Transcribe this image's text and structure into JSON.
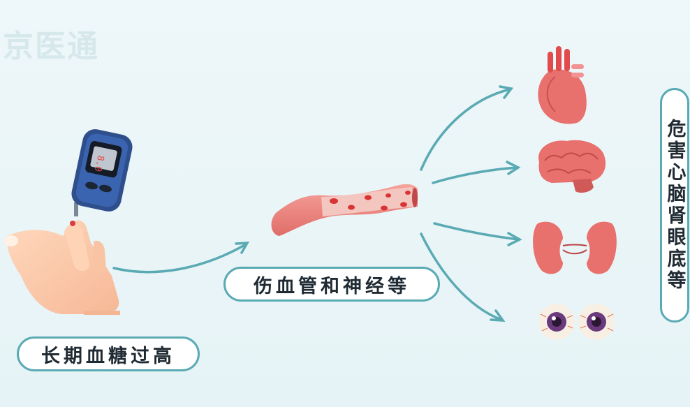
{
  "watermark": "京医通",
  "labels": {
    "cause": "长期血糖过高",
    "mechanism": "伤血管和神经等",
    "harm": "危害心脑肾眼底等"
  },
  "colors": {
    "accent": "#5aaab4",
    "organ_red": "#e8706d",
    "background": "#eaf5f7"
  },
  "icons": [
    "glucose-meter-icon",
    "hand-icon",
    "blood-vessel-icon",
    "heart-icon",
    "brain-icon",
    "kidney-icon",
    "eye-icon"
  ]
}
